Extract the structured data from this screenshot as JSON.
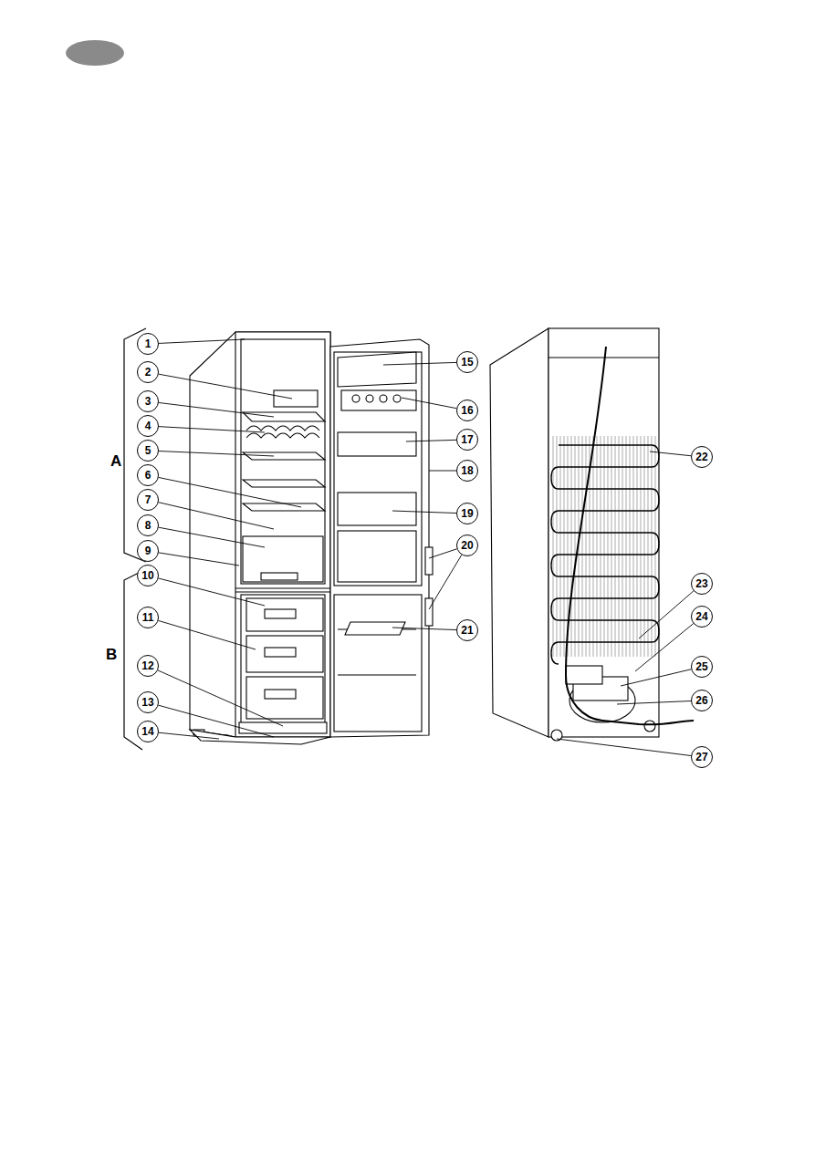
{
  "diagram": {
    "nodes": [
      {
        "text": [
          "1"
        ]
      },
      {
        "text": [
          "2"
        ]
      },
      {
        "text": [
          "3"
        ]
      },
      {
        "text": [
          "4"
        ]
      },
      {
        "text": [
          "5"
        ]
      },
      {
        "text": [
          "6"
        ]
      },
      {
        "text": [
          "7"
        ]
      },
      {
        "text": [
          "8"
        ]
      },
      {
        "text": [
          "9"
        ]
      },
      {
        "text": [
          "10"
        ]
      },
      {
        "text": [
          "11"
        ]
      },
      {
        "text": [
          "12"
        ]
      },
      {
        "text": [
          "13"
        ]
      },
      {
        "text": [
          "14"
        ]
      },
      {
        "text": [
          "15"
        ]
      },
      {
        "text": [
          "16"
        ]
      },
      {
        "text": [
          "17"
        ]
      },
      {
        "text": [
          "18"
        ]
      },
      {
        "text": [
          "19"
        ]
      },
      {
        "text": [
          "20"
        ]
      },
      {
        "text": [
          "21"
        ]
      },
      {
        "text": [
          "22"
        ]
      },
      {
        "text": [
          "23"
        ]
      },
      {
        "text": [
          "24"
        ]
      },
      {
        "text": [
          "25"
        ]
      },
      {
        "text": [
          "26"
        ]
      },
      {
        "text": [
          "27"
        ]
      }
    ],
    "labels": [
      "A",
      "B"
    ]
  }
}
